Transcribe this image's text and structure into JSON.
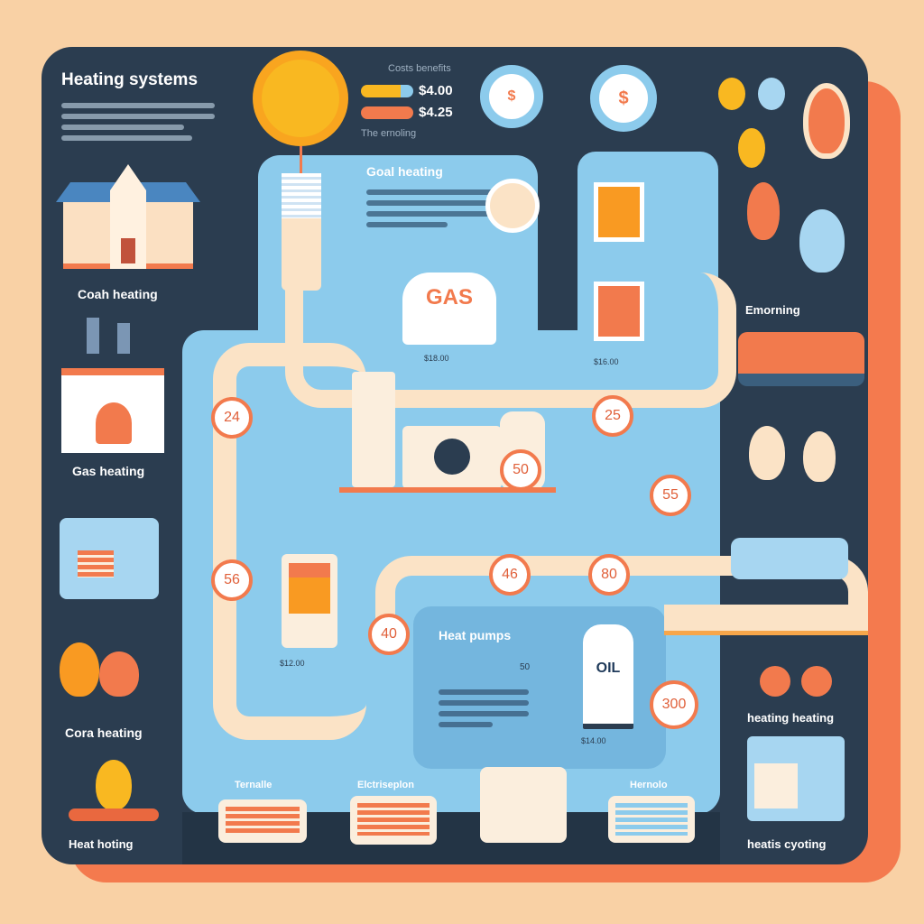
{
  "title": "Heating systems",
  "left": {
    "items": [
      "Coah heating",
      "Gas heating",
      "Cora heating",
      "Heat hoting"
    ]
  },
  "costs": {
    "label": "Costs benefits",
    "values": [
      "$4.00",
      "$4.25"
    ],
    "caption": "The ernoling"
  },
  "goal": {
    "title": "Goal heating",
    "gas_label": "GAS"
  },
  "heat_pumps": {
    "title": "Heat pumps",
    "oil_label": "OIL",
    "value": "50",
    "price": "$14.00"
  },
  "right": {
    "labels": [
      "Emorning",
      "heating heating",
      "heatis cyoting"
    ]
  },
  "bottom": {
    "labels": [
      "Ternalle",
      "Elctriseplon",
      "Hernolo"
    ]
  },
  "badges": [
    "24",
    "25",
    "50",
    "55",
    "56",
    "46",
    "80",
    "40",
    "300"
  ],
  "prices": [
    "$16.00",
    "$18.00",
    "$12.00"
  ],
  "colors": {
    "panel": "#2b3d50",
    "accent": "#f27a4d",
    "blue": "#8ccbec",
    "yellow": "#f9b821"
  }
}
